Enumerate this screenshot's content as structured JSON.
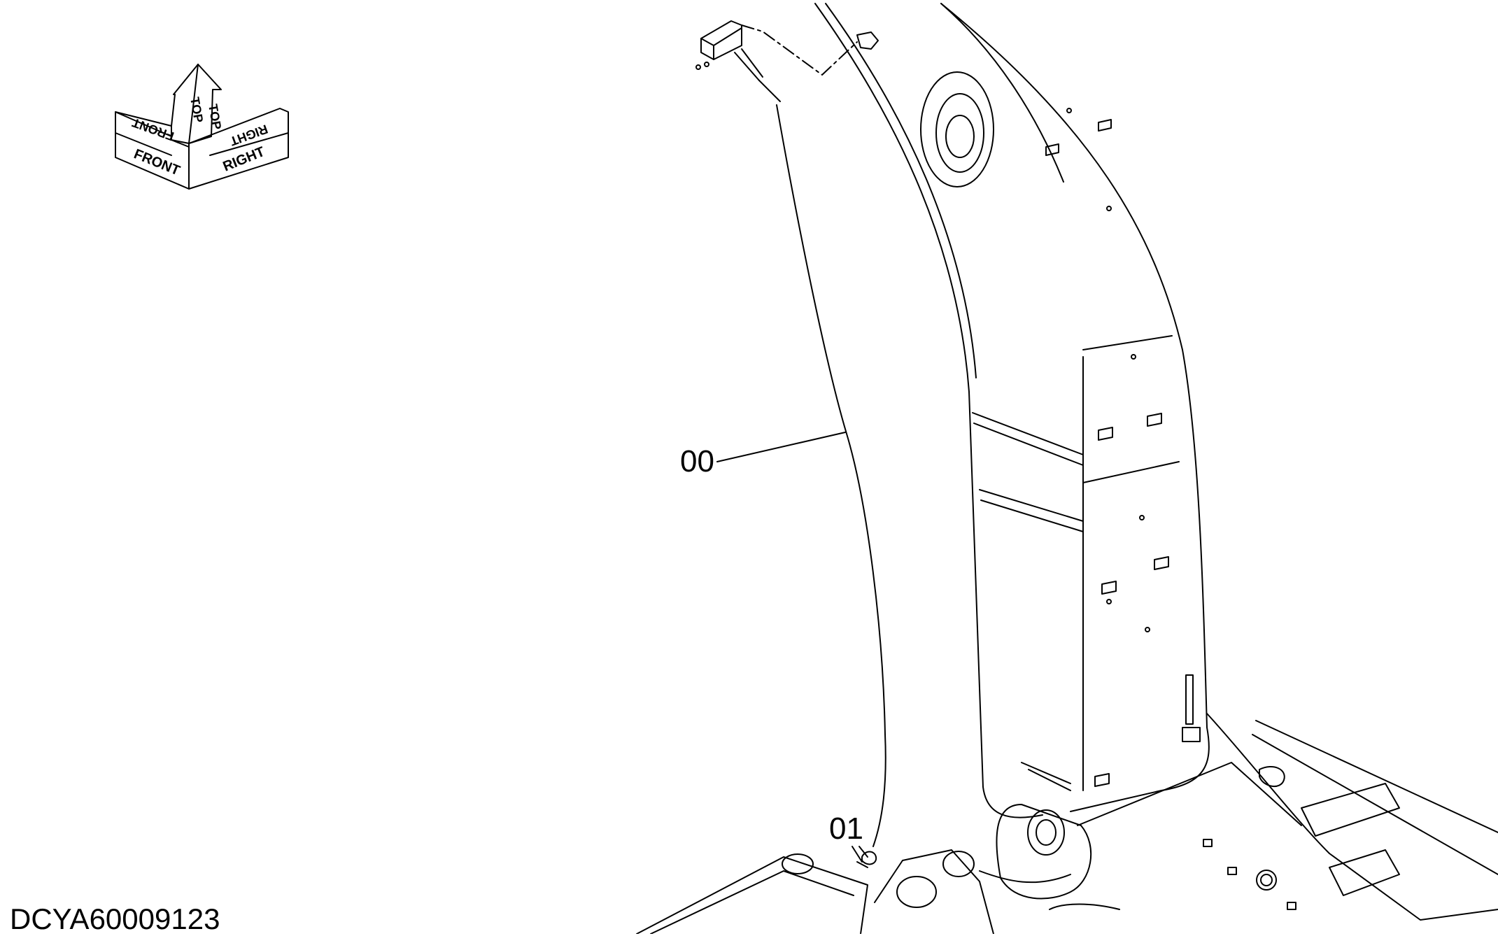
{
  "orientation": {
    "front": "FRONT",
    "top": "TOP",
    "right": "RIGHT"
  },
  "callouts": {
    "harness": "00",
    "clamp": "01"
  },
  "drawing_code": "DCYA60009123",
  "colors": {
    "line": "#000000",
    "background": "#ffffff"
  }
}
